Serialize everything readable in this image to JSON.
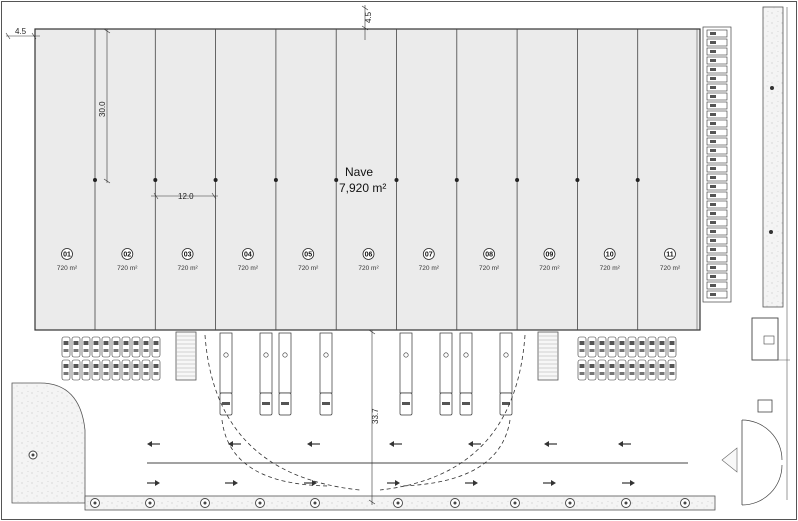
{
  "plan": {
    "nave_label": "Nave",
    "nave_area": "7,920 m²",
    "dim_setback_left": "4.5",
    "dim_setback_top": "4.5",
    "dim_depth": "30.0",
    "dim_unit_width": "12.0",
    "dim_yard": "33.7",
    "units": [
      {
        "number": "01",
        "area": "720 m²"
      },
      {
        "number": "02",
        "area": "720 m²"
      },
      {
        "number": "03",
        "area": "720 m²"
      },
      {
        "number": "04",
        "area": "720 m²"
      },
      {
        "number": "05",
        "area": "720 m²"
      },
      {
        "number": "06",
        "area": "720 m²"
      },
      {
        "number": "07",
        "area": "720 m²"
      },
      {
        "number": "08",
        "area": "720 m²"
      },
      {
        "number": "09",
        "area": "720 m²"
      },
      {
        "number": "10",
        "area": "720 m²"
      },
      {
        "number": "11",
        "area": "720 m²"
      }
    ],
    "colors": {
      "building_fill": "#ebebeb",
      "line": "#333333",
      "landscape_fill": "#f2f2f2"
    }
  }
}
